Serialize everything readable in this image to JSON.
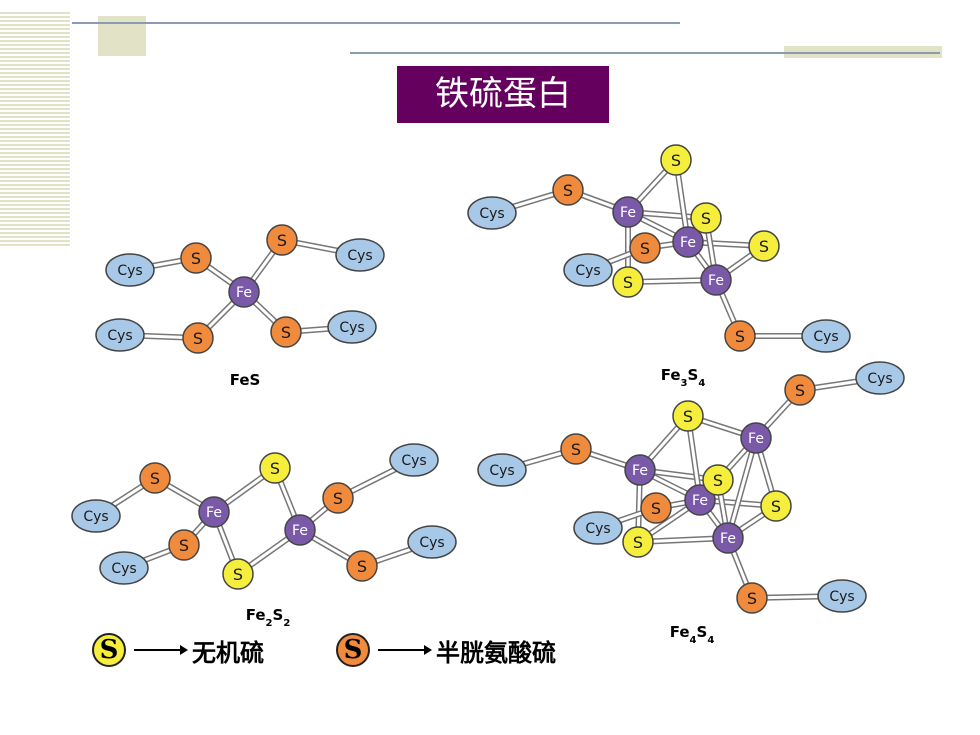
{
  "slide": {
    "title": "铁硫蛋白"
  },
  "labels": {
    "cys": "Cys",
    "s": "S",
    "fe": "Fe"
  },
  "clusters": [
    {
      "id": "fes",
      "caption": "FeS"
    },
    {
      "id": "fe3s4",
      "caption": "Fe3S4"
    },
    {
      "id": "fe2s2",
      "caption": "Fe2S2"
    },
    {
      "id": "fe4s4",
      "caption": "Fe4S4"
    }
  ],
  "legend": [
    {
      "symbol": "S",
      "text": "无机硫",
      "color": "#f5ee3c"
    },
    {
      "symbol": "S",
      "text": "半胱氨酸硫",
      "color": "#f08a3c"
    }
  ],
  "colors": {
    "title_bg": "#66005e",
    "inorganic_s": "#f5ee3c",
    "cysteine_s": "#f08a3c",
    "iron": "#7a5aa8",
    "cys": "#a8c8e8",
    "decor": "#e2e3c6",
    "rule": "#8a9cb0"
  }
}
